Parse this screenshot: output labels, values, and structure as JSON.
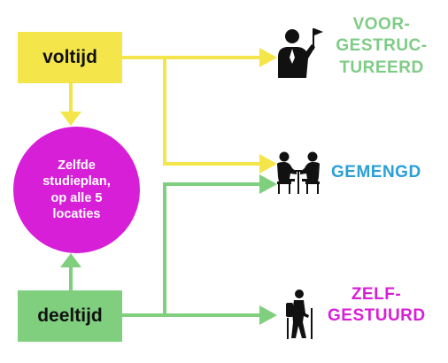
{
  "colors": {
    "yellow": "#f4e64a",
    "green": "#7fcf7f",
    "magenta": "#d81fd8",
    "label_green": "#7fcc86",
    "label_blue": "#2a9fd6"
  },
  "nodes": {
    "voltijd": "voltijd",
    "deeltijd": "deeltijd",
    "center": "Zelfde\nstudieplan,\nop alle 5\nlocaties"
  },
  "outcomes": {
    "voorgestructureerd": {
      "label": "VOOR-\nGESTRUC-\nTUREERD",
      "icon": "person-with-flag-icon"
    },
    "gemengd": {
      "label": "GEMENGD",
      "icon": "two-people-seated-icon"
    },
    "zelfgestuurd": {
      "label": "ZELF-\nGESTUURD",
      "icon": "hiker-icon"
    }
  }
}
